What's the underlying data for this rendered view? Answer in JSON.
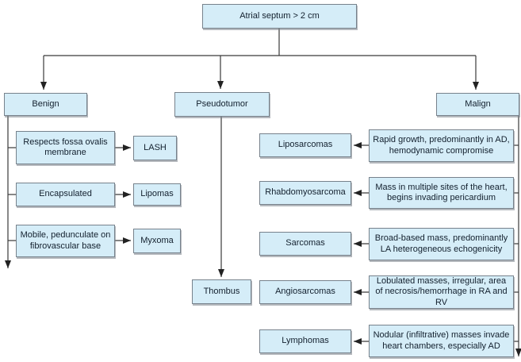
{
  "title": "Atrial septum cardiac mass differential flowchart",
  "colors": {
    "box_fill": "#d5edf8",
    "box_border": "#77828c",
    "connector": "#333333",
    "text": "#13202e"
  },
  "root": {
    "label": "Atrial septum > 2 cm"
  },
  "categories": {
    "benign": "Benign",
    "pseudotumor": "Pseudotumor",
    "malign": "Malign"
  },
  "benign_rows": [
    {
      "feature": "Respects fossa ovalis membrane",
      "tumor": "LASH"
    },
    {
      "feature": "Encapsulated",
      "tumor": "Lipomas"
    },
    {
      "feature": "Mobile, pedunculate on fibrovascular base",
      "tumor": "Myxoma"
    }
  ],
  "pseudotumor_result": {
    "tumor": "Thombus"
  },
  "malign_rows": [
    {
      "tumor": "Liposarcomas",
      "feature": "Rapid growth, predominantly in AD, hemodynamic compromise"
    },
    {
      "tumor": "Rhabdomyosarcoma",
      "feature": "Mass in multiple sites of the heart, begins invading pericardium"
    },
    {
      "tumor": "Sarcomas",
      "feature": "Broad-based mass, predominantly LA heterogeneous echogenicity"
    },
    {
      "tumor": "Angiosarcomas",
      "feature": "Lobulated masses, irregular, area of necrosis/hemorrhage in RA and RV"
    },
    {
      "tumor": "Lymphomas",
      "feature": "Nodular (infiltrative) masses invade heart chambers, especially AD"
    }
  ]
}
